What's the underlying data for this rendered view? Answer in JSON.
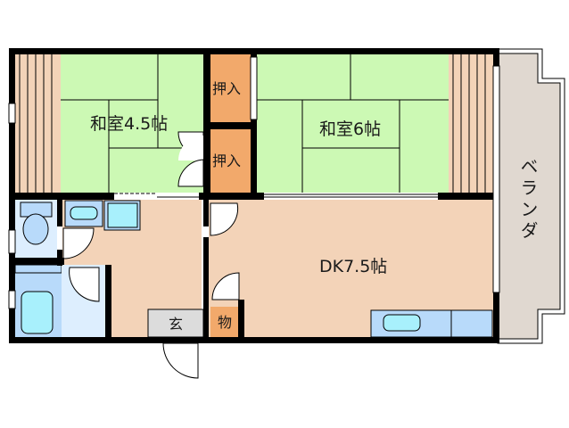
{
  "floor_plan": {
    "rooms": [
      {
        "id": "washitsu-45",
        "label": "和室4.5帖",
        "type": "japanese-room"
      },
      {
        "id": "washitsu-6",
        "label": "和室6帖",
        "type": "japanese-room"
      },
      {
        "id": "dk",
        "label": "DK7.5帖",
        "type": "dining-kitchen"
      },
      {
        "id": "oshiire-1",
        "label": "押入",
        "type": "closet"
      },
      {
        "id": "oshiire-2",
        "label": "押入",
        "type": "closet"
      },
      {
        "id": "mono",
        "label": "物",
        "type": "storage"
      },
      {
        "id": "genkan",
        "label": "玄",
        "type": "entrance"
      },
      {
        "id": "veranda",
        "label": "ベランダ",
        "type": "balcony"
      },
      {
        "id": "toilet",
        "label": "",
        "type": "toilet"
      },
      {
        "id": "bath",
        "label": "",
        "type": "bathroom"
      },
      {
        "id": "washroom",
        "label": "",
        "type": "washroom"
      }
    ],
    "colors": {
      "tatami": "#ccf9b4",
      "wood_floor": "#f3d3b8",
      "closet": "#f2a96b",
      "wet_area": "#ddeefe",
      "fixture_blue": "#b8dafa",
      "fixture_cyan": "#a8f0fc",
      "veranda": "#e0d8d0",
      "genkan": "#dcdcdc",
      "wall": "#000000"
    }
  }
}
